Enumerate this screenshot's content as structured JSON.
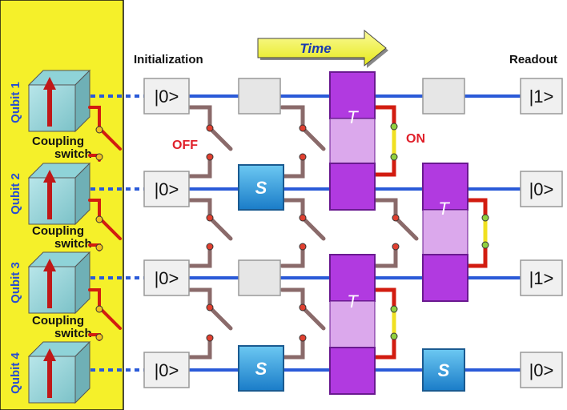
{
  "qubits": [
    {
      "label": "Qubit 1"
    },
    {
      "label": "Qubit 2"
    },
    {
      "label": "Qubit 3"
    },
    {
      "label": "Qubit 4"
    }
  ],
  "coupling_switch_labels": [
    {
      "line1": "Coupling",
      "line2": "switch"
    },
    {
      "line1": "Coupling",
      "line2": "switch"
    },
    {
      "line1": "Coupling",
      "line2": "switch"
    }
  ],
  "time_label": "Time",
  "initialization_label": "Initialization",
  "readout_label": "Readout",
  "off_label": "OFF",
  "on_label": "ON",
  "initial_states": [
    "|0>",
    "|0>",
    "|0>",
    "|0>"
  ],
  "readout_states": [
    "|1>",
    "|0>",
    "|1>",
    "|0>"
  ],
  "s_gate_label": "S",
  "t_gate_label": "T",
  "colors": {
    "panel_bg": "#f5f02a",
    "qubit_text": "#2a4fd0",
    "line": "#2a5ad8",
    "t_gate": "#b13ae0",
    "s_gate": "#2a9ae0",
    "switch_red": "#d21c10",
    "off_on_text": "#e0202a",
    "arrow": "#e8ef20"
  }
}
